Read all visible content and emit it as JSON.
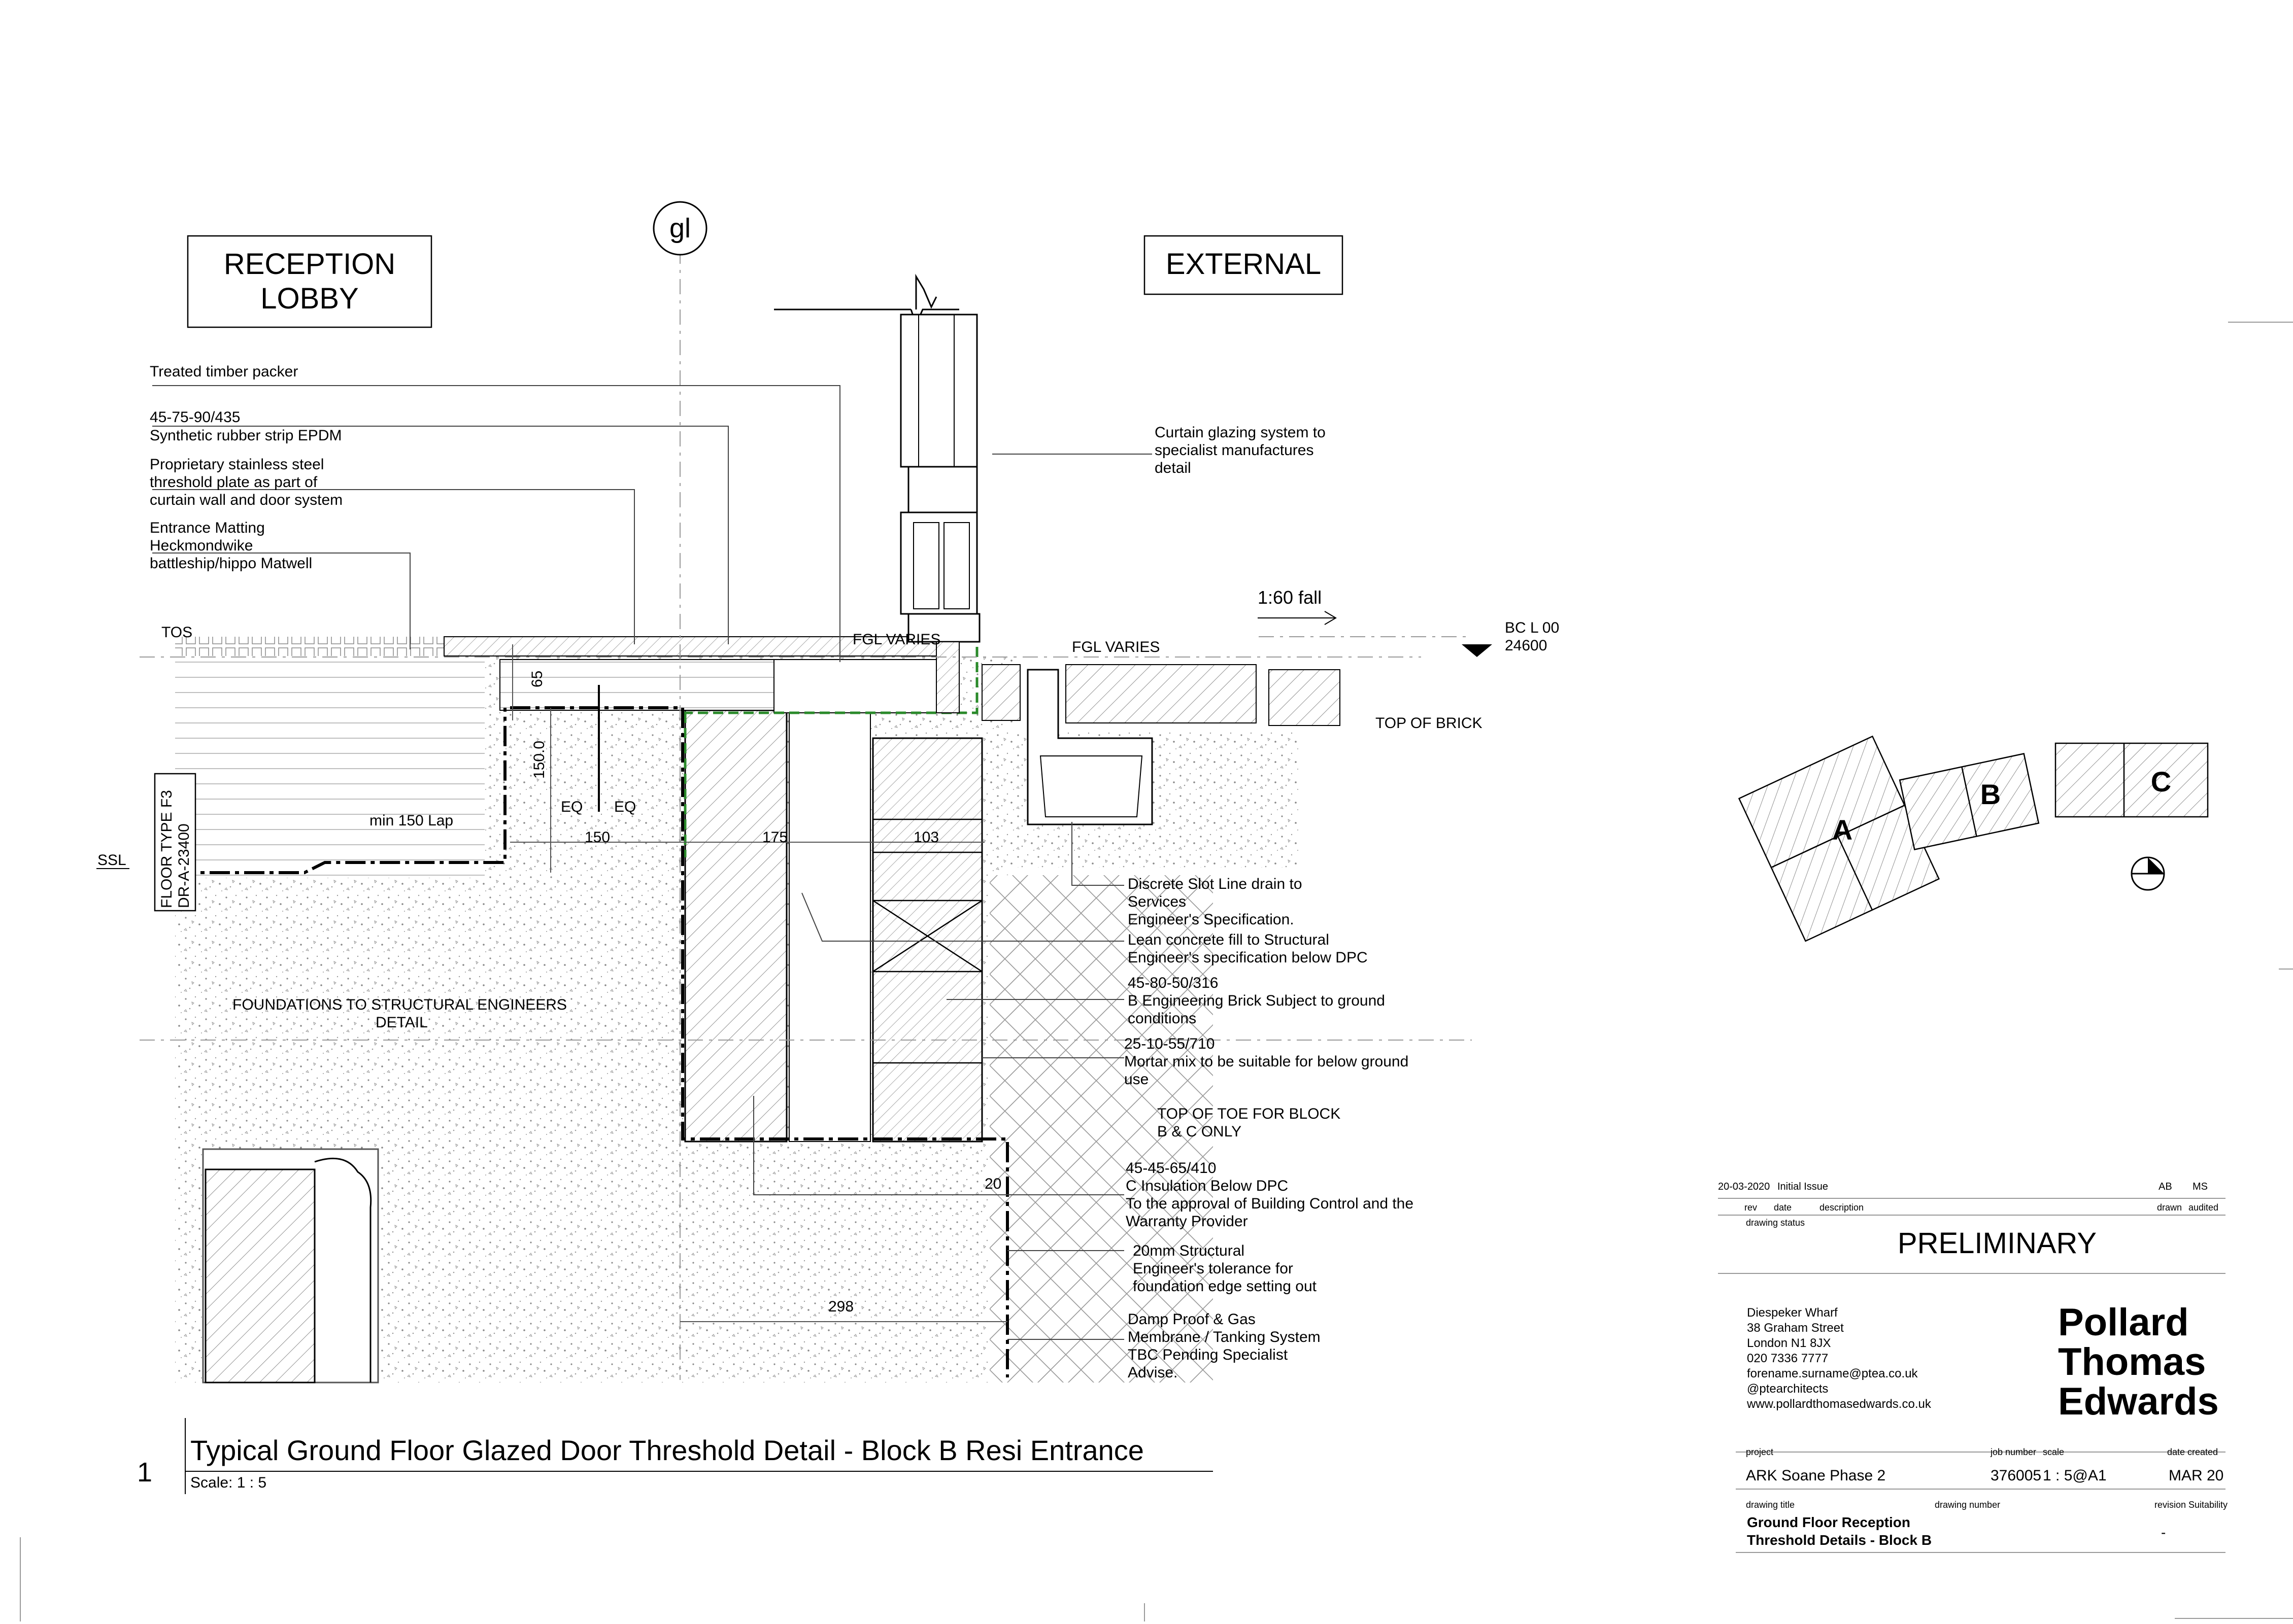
{
  "rooms": {
    "reception": [
      "RECEPTION",
      "LOBBY"
    ],
    "external": "EXTERNAL"
  },
  "gridline": "gl",
  "labels": {
    "tos": "TOS",
    "ssl": "SSL",
    "fgl_varies_1": "FGL VARIES",
    "fgl_varies_2": "FGL VARIES",
    "fall": "1:60 fall",
    "bcl_1": "BC L 00",
    "bcl_2": "24600",
    "top_of_brick": "TOP OF BRICK",
    "floor_type_1": "FLOOR TYPE F3",
    "floor_type_2": "DR-A-23400",
    "foundations_1": "FOUNDATIONS TO STRUCTURAL ENGINEERS",
    "foundations_2": "DETAIL",
    "top_of_toe_1": "TOP OF TOE FOR BLOCK",
    "top_of_toe_2": "B & C ONLY"
  },
  "dimensions": {
    "d65": "65",
    "d150v": "150.0",
    "eq1": "EQ",
    "eq2": "EQ",
    "min_lap": "min 150 Lap",
    "d150": "150",
    "d175": "175",
    "d103": "103",
    "d20": "20",
    "d298": "298"
  },
  "notes_left": [
    [
      "Treated timber packer"
    ],
    [
      "45-75-90/435",
      "Synthetic rubber strip EPDM"
    ],
    [
      "Proprietary stainless steel",
      "threshold plate as part of",
      "curtain wall and door system"
    ],
    [
      "Entrance Matting",
      "Heckmondwike",
      "battleship/hippo Matwell"
    ]
  ],
  "notes_right": [
    [
      "Curtain glazing system to",
      "specialist manufactures",
      "detail"
    ],
    [
      "Discrete Slot Line drain to",
      "Services",
      "Engineer's Specification."
    ],
    [
      "Lean concrete fill to Structural",
      "Engineer's specification below DPC"
    ],
    [
      "45-80-50/316",
      "B  Engineering Brick Subject to ground",
      "conditions"
    ],
    [
      "25-10-55/710",
      "Mortar mix to be suitable for below ground",
      "use"
    ],
    [
      "45-45-65/410",
      "C Insulation Below DPC",
      "To the approval of Building Control and the",
      "Warranty Provider"
    ],
    [
      "20mm  Structural",
      "Engineer's tolerance for",
      "foundation edge setting out"
    ],
    [
      "Damp Proof & Gas",
      "Membrane / Tanking System",
      "TBC Pending Specialist",
      "Advise."
    ]
  ],
  "key_plan": {
    "a": "A",
    "b": "B",
    "c": "C"
  },
  "drawing_title": {
    "number": "1",
    "title": "Typical Ground Floor Glazed Door Threshold Detail - Block B Resi Entrance",
    "scale": "Scale:  1 : 5"
  },
  "title_block": {
    "revision": {
      "date": "20-03-2020",
      "description": "Initial Issue",
      "drawn": "AB",
      "audited": "MS"
    },
    "rev_headers": {
      "rev": "rev",
      "date": "date",
      "description": "description",
      "drawn": "drawn",
      "audited": "audited"
    },
    "status_label": "drawing status",
    "status": "PRELIMINARY",
    "address": [
      "Diespeker Wharf",
      "38 Graham Street",
      "London N1 8JX",
      "020 7336 7777",
      "forename.surname@ptea.co.uk",
      "@ptearchitects",
      "www.pollardthomasedwards.co.uk"
    ],
    "logo": [
      "Pollard",
      "Thomas",
      "Edwards"
    ],
    "fields": {
      "project": "project",
      "job_number": "job number",
      "scale": "scale",
      "date_created": "date created",
      "drawing_title": "drawing title",
      "drawing_number": "drawing number",
      "revision": "revision",
      "suitability": "Suitability"
    },
    "project": "ARK Soane Phase 2",
    "job_number": "376005",
    "scale": "1 : 5@A1",
    "date_created": "MAR 20",
    "title": [
      "Ground Floor Reception",
      "Threshold Details - Block B"
    ],
    "revision_value": "-"
  }
}
